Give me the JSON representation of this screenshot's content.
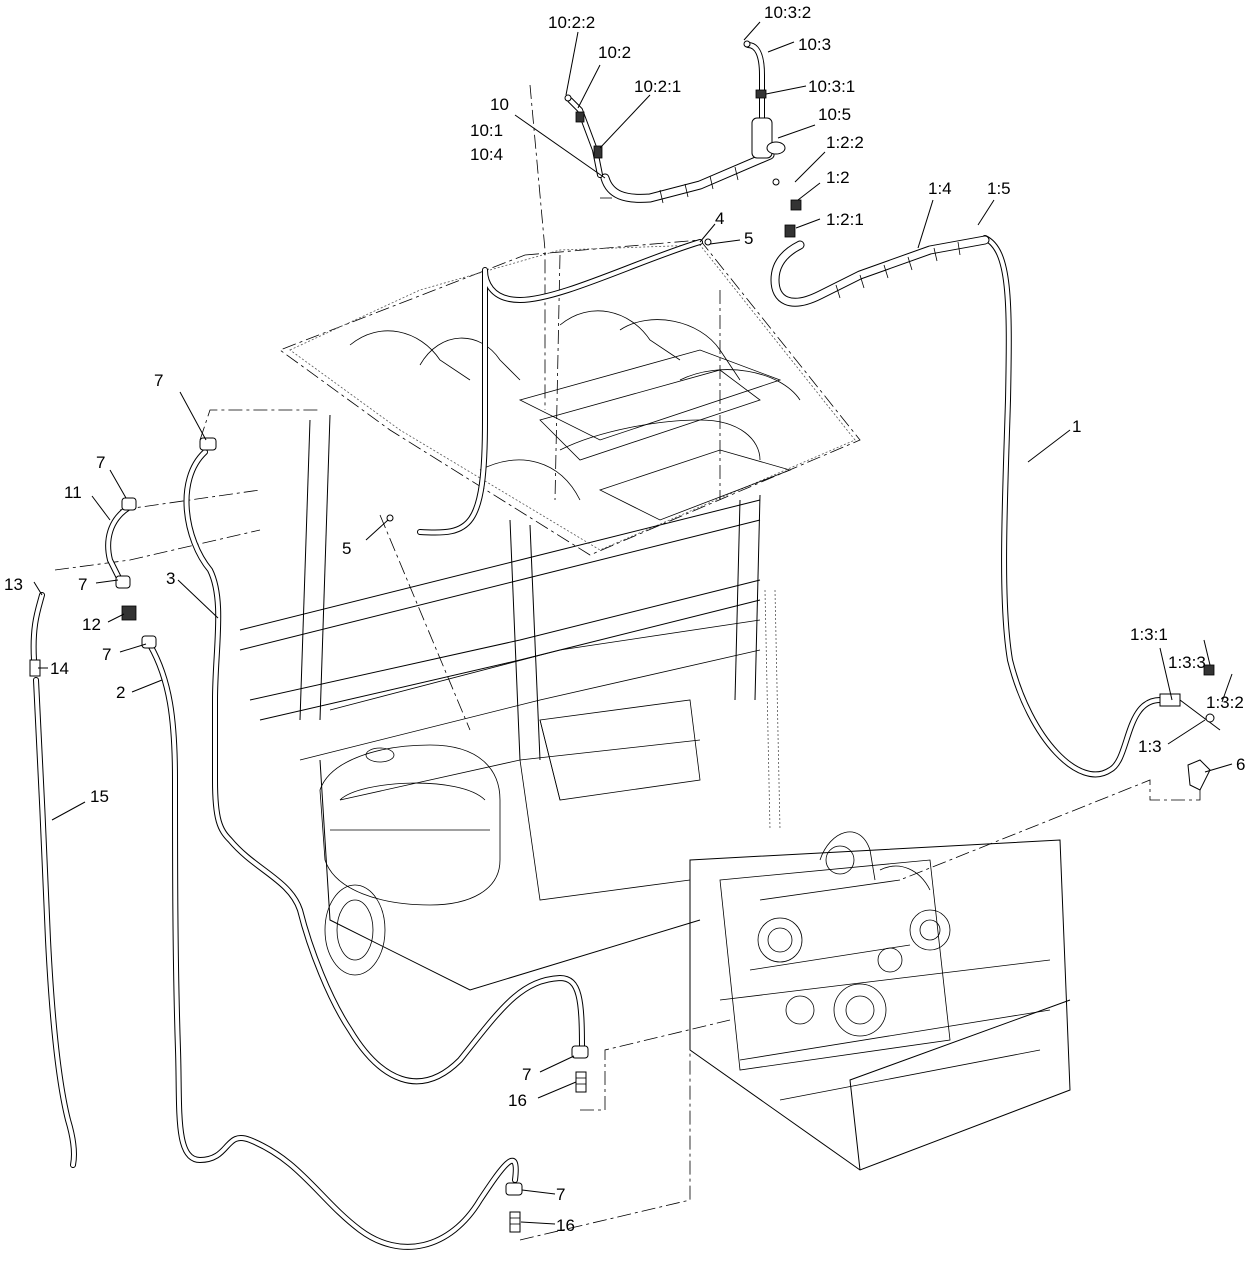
{
  "callouts": {
    "c_10_2_2": "10:2:2",
    "c_10_3_2": "10:3:2",
    "c_10_3": "10:3",
    "c_10_2": "10:2",
    "c_10_3_1": "10:3:1",
    "c_10_2_1": "10:2:1",
    "c_10": "10",
    "c_10_5": "10:5",
    "c_10_1": "10:1",
    "c_1_2_2": "1:2:2",
    "c_10_4": "10:4",
    "c_1_2": "1:2",
    "c_1_4": "1:4",
    "c_1_5": "1:5",
    "c_1_2_1": "1:2:1",
    "c_4": "4",
    "c_5_top": "5",
    "c_1": "1",
    "c_7_a": "7",
    "c_7_b": "7",
    "c_11": "11",
    "c_5_mid": "5",
    "c_3": "3",
    "c_13": "13",
    "c_7_c": "7",
    "c_12": "12",
    "c_14": "14",
    "c_7_d": "7",
    "c_2": "2",
    "c_1_3_1": "1:3:1",
    "c_1_3_3": "1:3:3",
    "c_1_3_2": "1:3:2",
    "c_1_3": "1:3",
    "c_6": "6",
    "c_15": "15",
    "c_7_e": "7",
    "c_16_a": "16",
    "c_7_f": "7",
    "c_16_b": "16"
  }
}
